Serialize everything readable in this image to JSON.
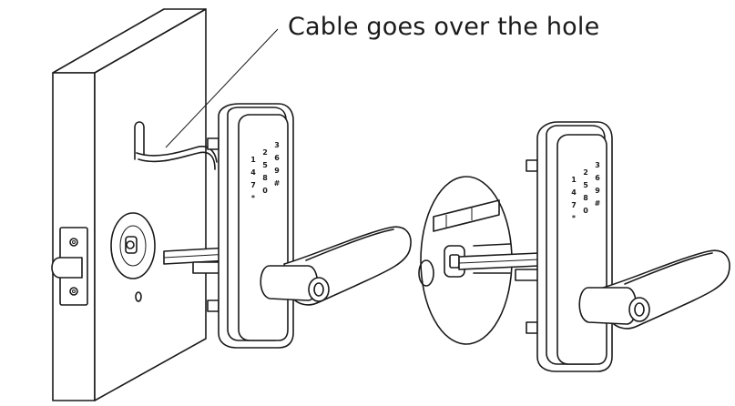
{
  "callout": {
    "text": "Cable goes over the hole"
  },
  "keypad": {
    "keys": [
      "1",
      "2",
      "3",
      "4",
      "5",
      "6",
      "7",
      "8",
      "9",
      "*",
      "0",
      "#"
    ]
  },
  "colors": {
    "line": "#1a1a1a",
    "background": "#ffffff"
  }
}
